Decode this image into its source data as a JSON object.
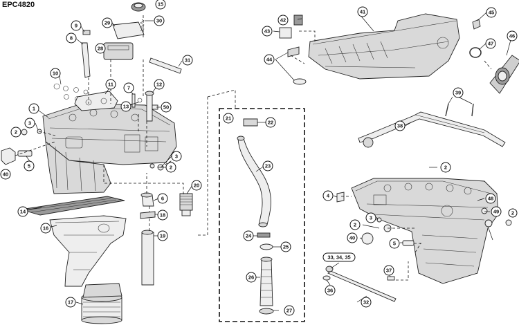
{
  "document": {
    "code": "EPC4820"
  },
  "callouts": {
    "c1": "1",
    "c2a": "2",
    "c2b": "2",
    "c2c": "2",
    "c2d": "2",
    "c2e": "2",
    "c3a": "3",
    "c3b": "3",
    "c3c": "3",
    "c4": "4",
    "c5a": "5",
    "c5b": "5",
    "c6": "6",
    "c7": "7",
    "c8": "8",
    "c9": "9",
    "c10": "10",
    "c11": "11",
    "c12": "12",
    "c13": "13",
    "c14": "14",
    "c15": "15",
    "c16": "16",
    "c17": "17",
    "c18": "18",
    "c19": "19",
    "c20": "20",
    "c21": "21",
    "c22": "22",
    "c23": "23",
    "c24": "24",
    "c25": "25",
    "c26": "26",
    "c27": "27",
    "c28": "28",
    "c29": "29",
    "c30": "30",
    "c31": "31",
    "c32": "32",
    "c33": "33, 34, 35",
    "c36": "36",
    "c37": "37",
    "c38": "38",
    "c39": "39",
    "c40a": "40",
    "c40b": "40",
    "c41": "41",
    "c42": "42",
    "c43": "43",
    "c44": "44",
    "c45": "45",
    "c46": "46",
    "c47": "47",
    "c48": "48",
    "c49": "49",
    "c50": "50"
  }
}
